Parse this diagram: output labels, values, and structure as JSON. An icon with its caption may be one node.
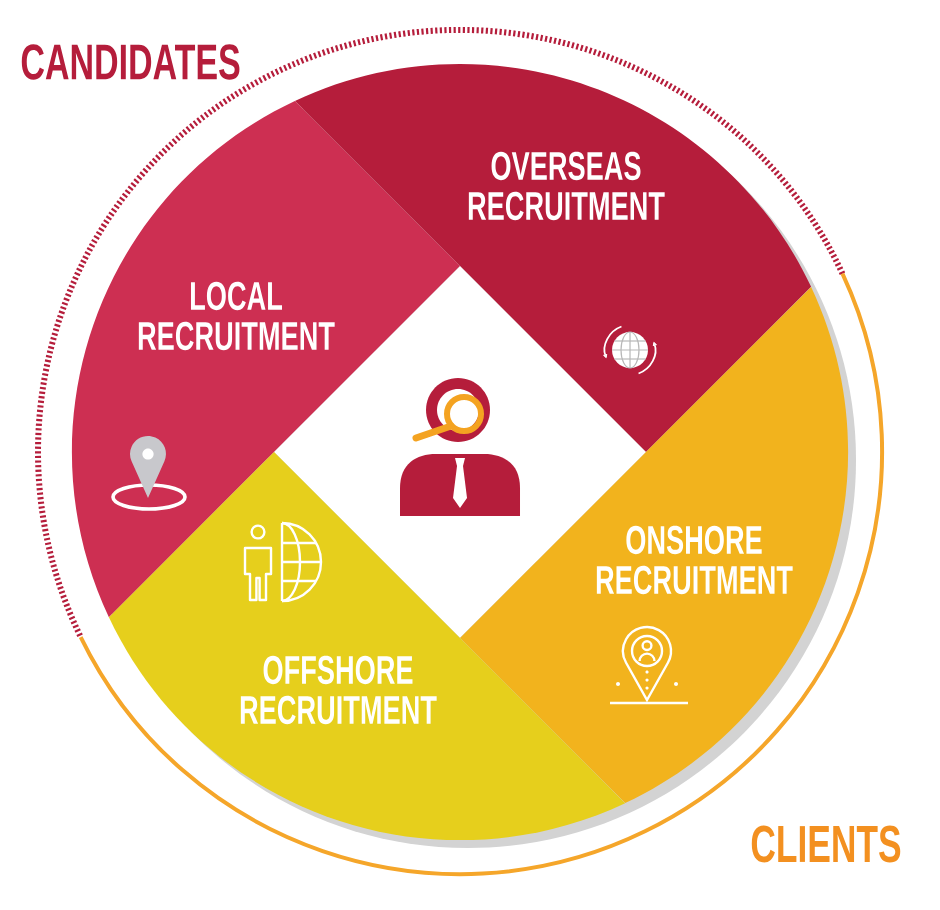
{
  "diagram": {
    "nodes": [
      {
        "text": [
          "OVERSEAS RECRUITMENT"
        ]
      },
      {
        "text": [
          "LOCAL RECRUITMENT"
        ]
      },
      {
        "text": [],
        "shape": "diamond"
      },
      {
        "text": [
          "ONSHORE RECRUITMENT"
        ]
      },
      {
        "text": [
          "OFFSHORE RECRUITMENT"
        ]
      }
    ],
    "labels": [
      "CANDIDATES",
      "CLIENTS"
    ]
  }
}
